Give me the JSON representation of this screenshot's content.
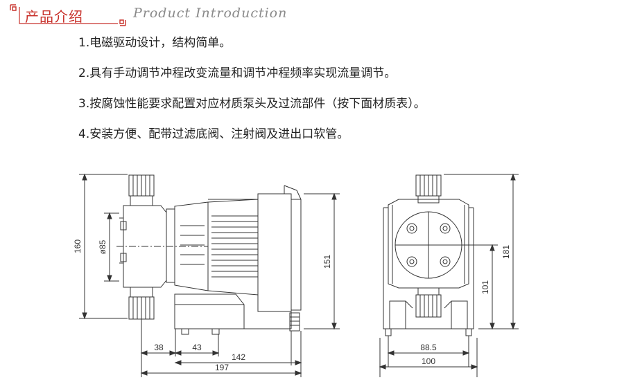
{
  "header": {
    "title": "产品介绍",
    "subtitle": "Product Introduction",
    "accent_color": "#c8322c"
  },
  "features": [
    "1.电磁驱动设计，结构简单。",
    "2.具有手动调节冲程改变流量和调节冲程频率实现流量调节。",
    "3.按腐蚀性能要求配置对应材质泵头及过流部件（按下面材质表）。",
    "4.安装方便、配带过滤底阀、注射阀及进出口软管。"
  ],
  "dimensions": {
    "side": {
      "height_total": "160",
      "diameter": "ø85",
      "height_body": "151",
      "w_38": "38",
      "w_43": "43",
      "w_142": "142",
      "w_197": "197"
    },
    "front": {
      "height_total": "181",
      "height_center": "101",
      "w_88_5": "88.5",
      "w_100": "100"
    }
  }
}
